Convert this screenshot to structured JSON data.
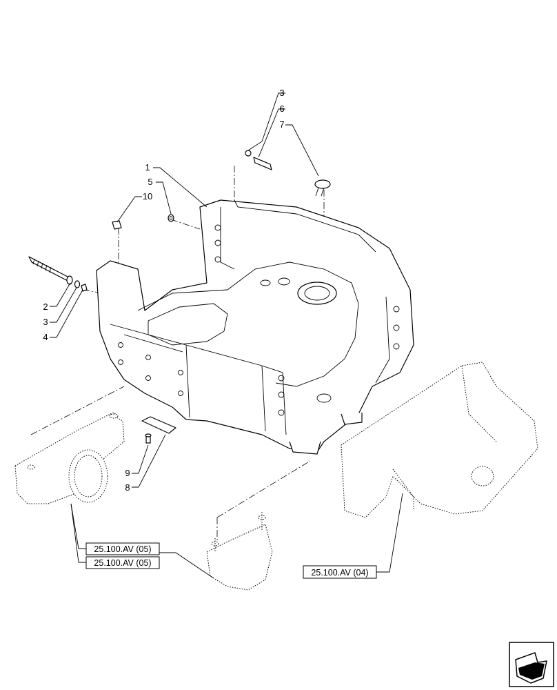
{
  "callouts": {
    "c1": "1",
    "c2": "2",
    "c3a": "3",
    "c3b": "3",
    "c4": "4",
    "c5": "5",
    "c6": "6",
    "c7": "7",
    "c8": "8",
    "c9": "9",
    "c10": "10"
  },
  "references": {
    "ref_a": "25.100.AV (05)",
    "ref_b": "25.100.AV (05)",
    "ref_c": "25.100.AV (04)"
  },
  "nav_icon": "next-page-arrow-icon"
}
